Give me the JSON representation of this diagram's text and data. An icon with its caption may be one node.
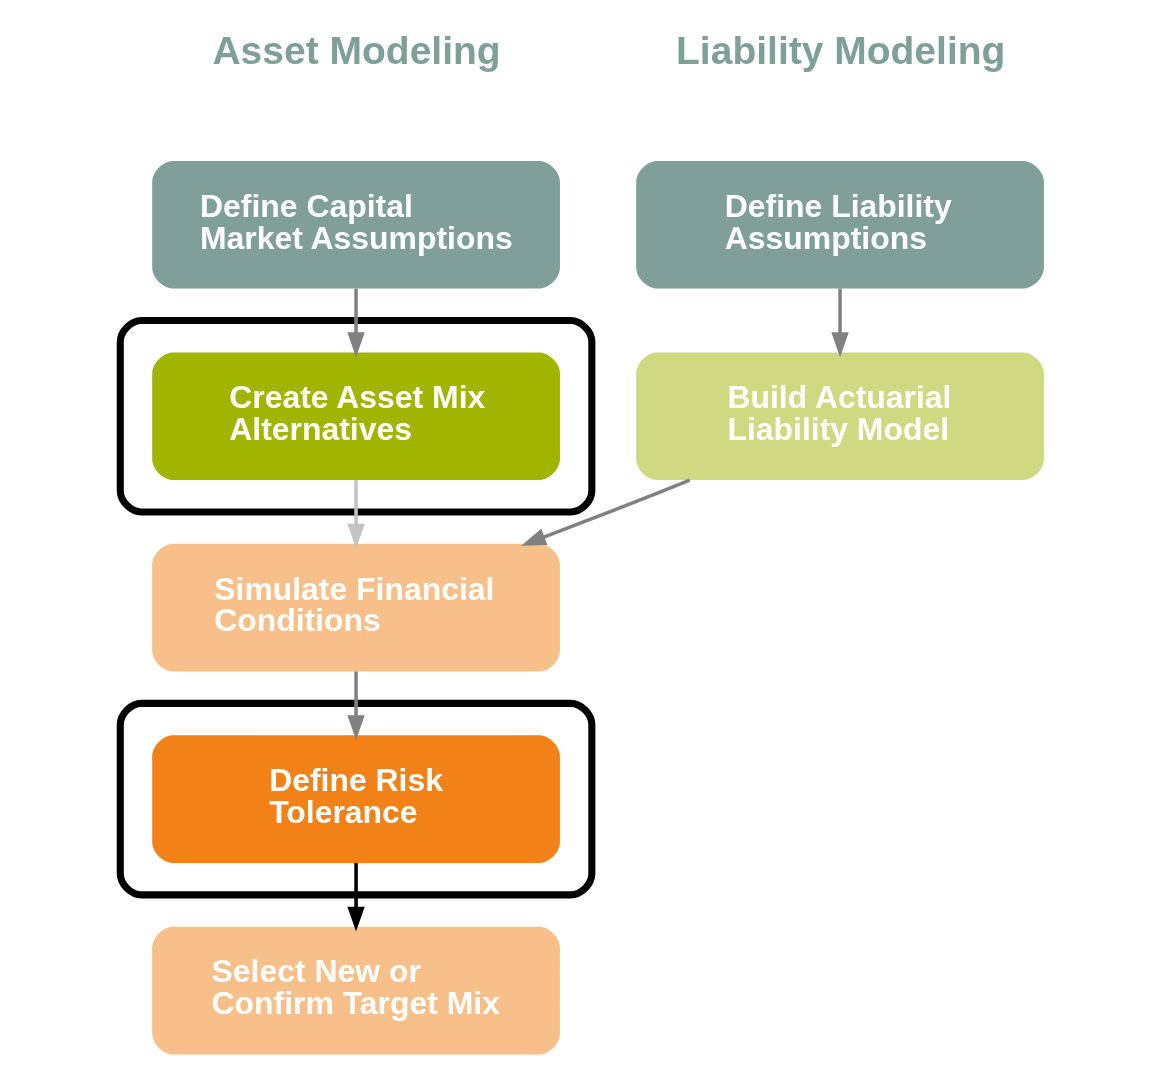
{
  "diagram": {
    "nodes": [
      {
        "text": [
          "Define Capital Market Assumptions"
        ]
      },
      {
        "text": [
          "Define Liability Assumptions"
        ]
      },
      {
        "text": [],
        "shape": "ellipse"
      },
      {
        "text": [
          "Create Asset Mix Alternatives"
        ],
        "in": 2
      },
      {
        "text": [
          "Build Actuarial Liability Model"
        ]
      },
      {
        "text": [
          "Simulate Financial Conditions"
        ]
      },
      {
        "text": [],
        "shape": "ellipse"
      },
      {
        "text": [
          "Define Risk Tolerance"
        ],
        "in": 6
      },
      {
        "text": [
          "Select New or Confirm Target Mix"
        ]
      }
    ],
    "edges": [
      {
        "from": 0,
        "to": 3,
        "arrow": "to"
      },
      {
        "from": 1,
        "to": 4,
        "arrow": "to"
      },
      {
        "from": 3,
        "to": 5,
        "arrow": "to",
        "color": "#c4c4c4"
      },
      {
        "from": 4,
        "to": 5,
        "arrow": "to"
      },
      {
        "from": 5,
        "to": 7,
        "arrow": "to"
      },
      {
        "from": 7,
        "to": 8,
        "arrow": "to",
        "color": "#000000"
      }
    ],
    "labels": [
      "Asset Modeling",
      "Liability Modeling"
    ]
  }
}
